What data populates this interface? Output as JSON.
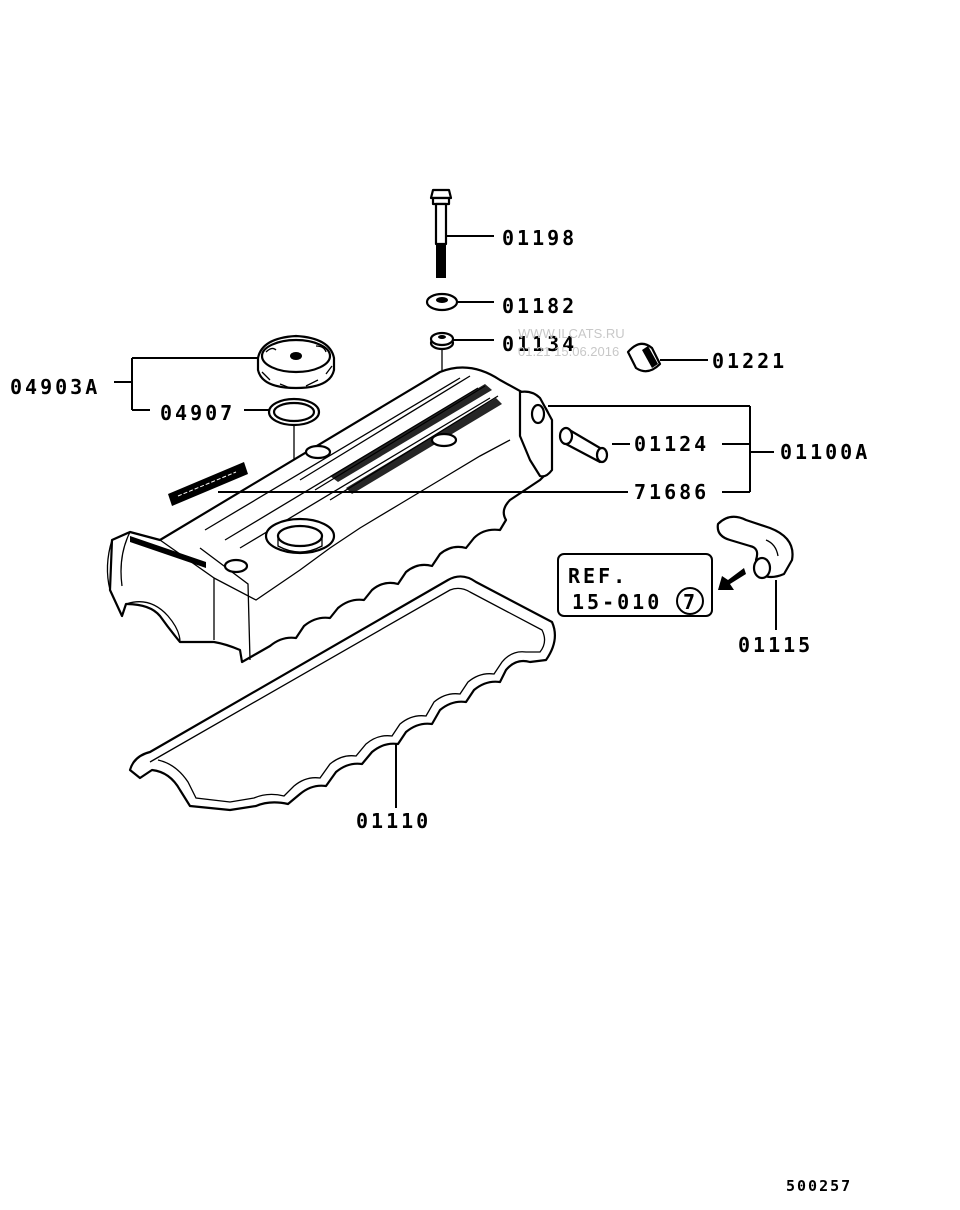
{
  "diagram": {
    "parts": {
      "bolt": "01198",
      "washer": "01182",
      "grommet": "01134",
      "plug": "01221",
      "cap_assy": "04903A",
      "cap_gasket": "04907",
      "pcv_pipe": "01124",
      "cover_assy": "01100A",
      "label_plate": "71686",
      "hose": "01115",
      "cover_gasket": "01110"
    },
    "reference": {
      "line1": "REF.",
      "line2": "15-010",
      "circle_number": "7"
    },
    "watermark": {
      "line1": "WWW.ILCATS.RU",
      "line2": "01.21 15.06.2016"
    },
    "diagram_id": "500257"
  }
}
